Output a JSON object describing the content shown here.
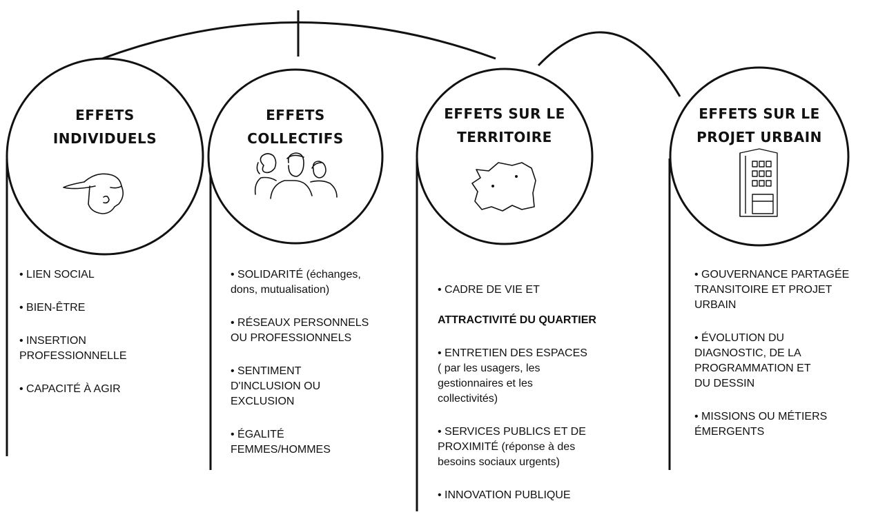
{
  "columns": [
    {
      "title_line1": "EFFETS",
      "title_line2": "INDIVIDUELS",
      "icon": "person-cap-icon",
      "items": [
        {
          "text": "• LIEN SOCIAL"
        },
        {
          "text": "• BIEN-ÊTRE"
        },
        {
          "text": "• INSERTION\nPROFESSIONNELLE"
        },
        {
          "text": "• CAPACITÉ À AGIR"
        }
      ]
    },
    {
      "title_line1": "EFFETS",
      "title_line2": "COLLECTIFS",
      "icon": "group-people-icon",
      "items": [
        {
          "text": "• SOLIDARITÉ (échanges,\ndons, mutualisation)"
        },
        {
          "text": "• RÉSEAUX PERSONNELS\nOU PROFESSIONNELS"
        },
        {
          "text": "• SENTIMENT\nD'INCLUSION OU\nEXCLUSION"
        },
        {
          "text": "• ÉGALITÉ\nFEMMES/HOMMES"
        }
      ]
    },
    {
      "title_line1": "EFFETS SUR LE",
      "title_line2": "TERRITOIRE",
      "icon": "territory-map-icon",
      "items": [
        {
          "text": "• CADRE DE VIE ET",
          "bold": "ATTRACTIVITÉ DU QUARTIER"
        },
        {
          "text": "• ENTRETIEN DES ESPACES\n( par les usagers, les\ngestionnaires et les\ncollectivités)"
        },
        {
          "text": "• SERVICES PUBLICS ET DE\nPROXIMITÉ (réponse à des\nbesoins sociaux urgents)"
        },
        {
          "text": "• INNOVATION PUBLIQUE"
        }
      ]
    },
    {
      "title_line1": "EFFETS SUR LE",
      "title_line2": "PROJET URBAIN",
      "icon": "building-icon",
      "items": [
        {
          "text": "• GOUVERNANCE PARTAGÉE\nTRANSITOIRE ET PROJET\nURBAIN"
        },
        {
          "text": "• ÉVOLUTION DU\nDIAGNOSTIC, DE LA\nPROGRAMMATION ET\nDU DESSIN"
        },
        {
          "text": "• MISSIONS OU MÉTIERS\nÉMERGENTS"
        }
      ]
    }
  ],
  "colors": {
    "stroke": "#111111",
    "background": "#ffffff"
  }
}
